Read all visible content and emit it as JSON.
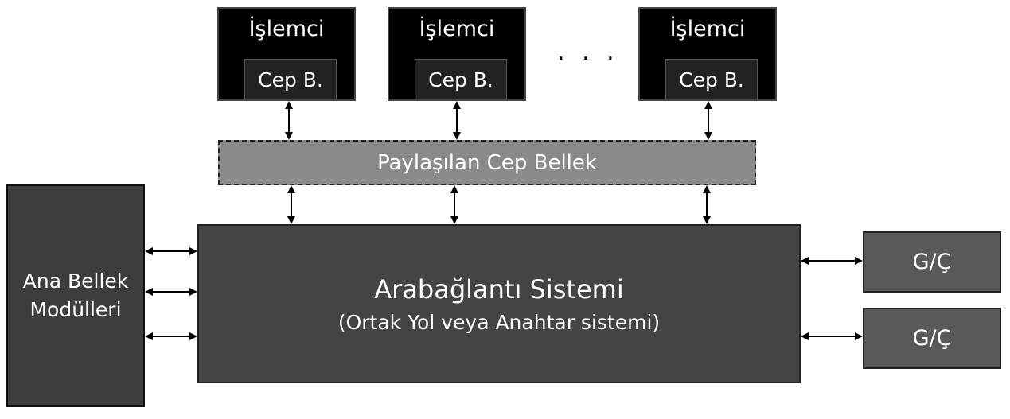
{
  "processors": [
    {
      "title": "İşlemci",
      "cache": "Cep B."
    },
    {
      "title": "İşlemci",
      "cache": "Cep B."
    },
    {
      "title": "İşlemci",
      "cache": "Cep B."
    }
  ],
  "ellipsis": ". . .",
  "shared_cache": {
    "label": "Paylaşılan Cep Bellek"
  },
  "main_memory": {
    "line1": "Ana Bellek",
    "line2": "Modülleri"
  },
  "interconnect": {
    "title": "Arabağlantı Sistemi",
    "subtitle": "(Ortak Yol veya Anahtar sistemi)"
  },
  "io_devices": [
    {
      "label": "G/Ç"
    },
    {
      "label": "G/Ç"
    }
  ],
  "colors": {
    "processor": "#000000",
    "shared_cache": "#8a8a8a",
    "interconnect": "#444444",
    "memory": "#3d3d3d",
    "io": "#595959"
  }
}
